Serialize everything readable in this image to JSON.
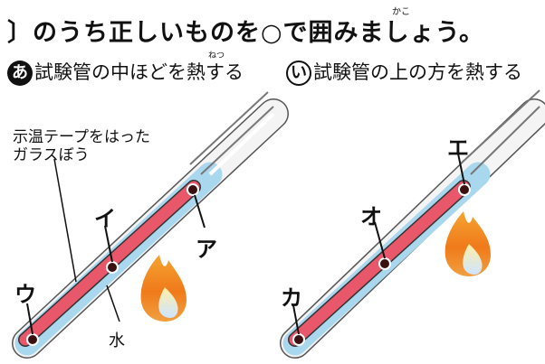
{
  "heading": {
    "text": "〕のうち正しいものを○で囲みましょう。",
    "ruby_kako": "かこ"
  },
  "left": {
    "marker": "あ",
    "title": "試験管の中ほどを熱する",
    "ruby_netsu": "ねつ",
    "glass_rod_label": "示温テープをはった\nガラスぼう",
    "water_label": "水",
    "points": [
      "ア",
      "イ",
      "ウ"
    ]
  },
  "right": {
    "marker": "い",
    "title": "試験管の上の方を熱する",
    "points": [
      "エ",
      "オ",
      "カ"
    ]
  },
  "colors": {
    "tape": "#e8586a",
    "water": "#a9d8ee",
    "flame_outer": "#f07a1a",
    "flame_inner": "#ffd66b"
  }
}
